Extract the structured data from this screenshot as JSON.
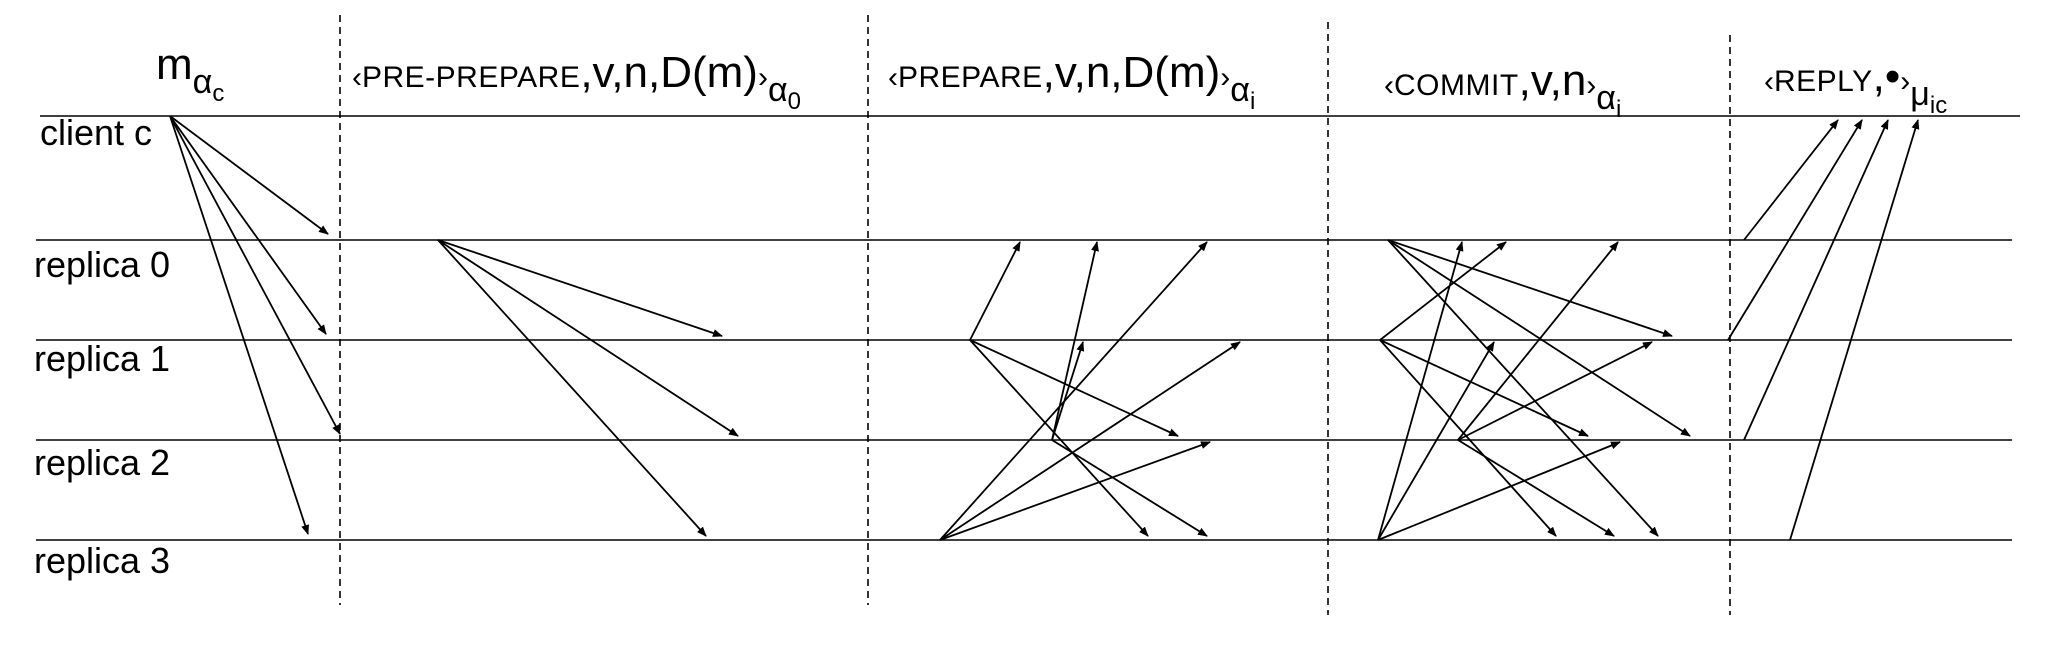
{
  "headers": {
    "client_request": {
      "main": "m",
      "sub": "α",
      "subsub": "c"
    },
    "pre_prepare": {
      "open": "‹",
      "name": "PRE-PREPARE",
      "args": ",v,n,D(m)",
      "close": "›",
      "sub": "α",
      "subsub": "0"
    },
    "prepare": {
      "open": "‹",
      "name": "PREPARE",
      "args": ",v,n,D(m)",
      "close": "›",
      "sub": "α",
      "subsub": "i"
    },
    "commit": {
      "open": "‹",
      "name": "COMMIT",
      "args": ",v,n",
      "close": "›",
      "sub": "α",
      "subsub": "i"
    },
    "reply": {
      "open": "‹",
      "name": "REPLY",
      "args": ",•",
      "close": "›",
      "sub": "μ",
      "subsub": "ic"
    }
  },
  "rows": [
    {
      "id": "client",
      "label": "client c"
    },
    {
      "id": "r0",
      "label": "replica 0"
    },
    {
      "id": "r1",
      "label": "replica 1"
    },
    {
      "id": "r2",
      "label": "replica 2"
    },
    {
      "id": "r3",
      "label": "replica 3"
    }
  ],
  "messages": {
    "request": [
      [
        "client",
        "r0"
      ],
      [
        "client",
        "r1"
      ],
      [
        "client",
        "r2"
      ],
      [
        "client",
        "r3"
      ]
    ],
    "pre_prepare": [
      [
        "r0",
        "r1"
      ],
      [
        "r0",
        "r2"
      ],
      [
        "r0",
        "r3"
      ]
    ],
    "prepare": [
      [
        "r1",
        "r0"
      ],
      [
        "r1",
        "r2"
      ],
      [
        "r1",
        "r3"
      ],
      [
        "r2",
        "r0"
      ],
      [
        "r2",
        "r1"
      ],
      [
        "r2",
        "r3"
      ],
      [
        "r3",
        "r0"
      ],
      [
        "r3",
        "r1"
      ],
      [
        "r3",
        "r2"
      ]
    ],
    "commit": [
      [
        "r0",
        "r1"
      ],
      [
        "r0",
        "r2"
      ],
      [
        "r0",
        "r3"
      ],
      [
        "r1",
        "r0"
      ],
      [
        "r1",
        "r2"
      ],
      [
        "r1",
        "r3"
      ],
      [
        "r2",
        "r0"
      ],
      [
        "r2",
        "r1"
      ],
      [
        "r2",
        "r3"
      ],
      [
        "r3",
        "r0"
      ],
      [
        "r3",
        "r1"
      ],
      [
        "r3",
        "r2"
      ]
    ],
    "reply": [
      [
        "r0",
        "client"
      ],
      [
        "r1",
        "client"
      ],
      [
        "r2",
        "client"
      ],
      [
        "r3",
        "client"
      ]
    ]
  }
}
